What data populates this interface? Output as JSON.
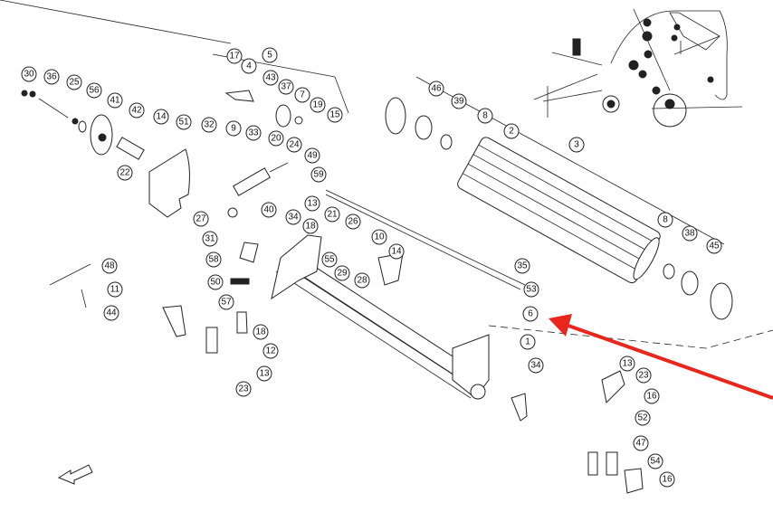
{
  "diagram": {
    "type": "exploded-parts-diagram",
    "callouts": [
      "30",
      "36",
      "25",
      "56",
      "41",
      "42",
      "14",
      "51",
      "22",
      "27",
      "17",
      "5",
      "4",
      "43",
      "37",
      "7",
      "19",
      "15",
      "32",
      "9",
      "33",
      "20",
      "24",
      "49",
      "59",
      "13",
      "40",
      "34",
      "31",
      "58",
      "18",
      "21",
      "26",
      "10",
      "55",
      "29",
      "28",
      "14",
      "50",
      "57",
      "18",
      "12",
      "13",
      "23",
      "48",
      "11",
      "44",
      "46",
      "39",
      "8",
      "2",
      "3",
      "8",
      "38",
      "45",
      "35",
      "53",
      "6",
      "1",
      "34",
      "13",
      "23",
      "16",
      "52",
      "47",
      "54",
      "16"
    ],
    "highlight_color": "#e8261c"
  }
}
